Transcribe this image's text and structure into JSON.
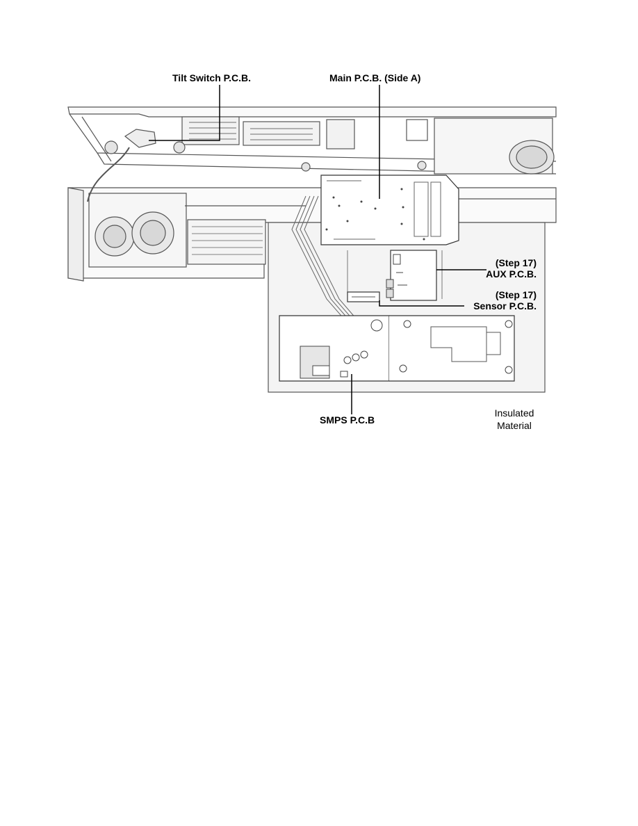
{
  "labels": {
    "tilt_switch": "Tilt Switch P.C.B.",
    "main_pcb": "Main P.C.B. (Side A)",
    "aux_step": "(Step 17)",
    "aux_pcb": "AUX P.C.B.",
    "sensor_step": "(Step 17)",
    "sensor_pcb": "Sensor P.C.B.",
    "smps_pcb": "SMPS P.C.B",
    "insulated_line1": "Insulated",
    "insulated_line2": "Material"
  },
  "colors": {
    "line": "#000000",
    "outline": "#555555",
    "panel_fill": "#f4f4f4",
    "board_fill": "#ffffff"
  }
}
